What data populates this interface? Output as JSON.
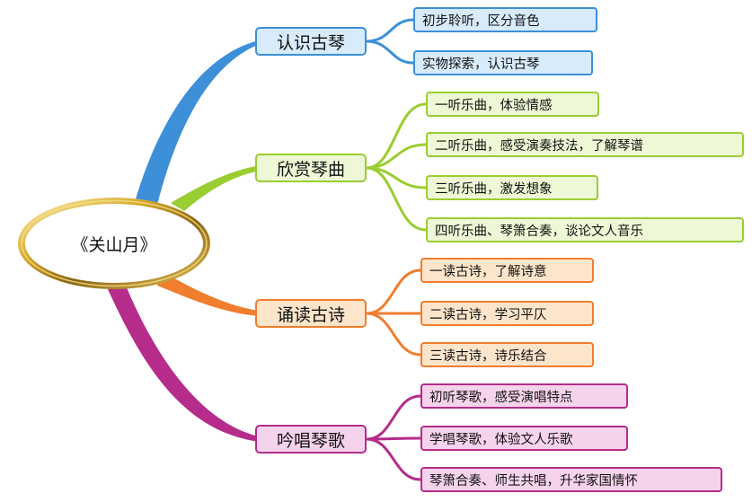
{
  "center": {
    "label": "《关山月》"
  },
  "branches": [
    {
      "label": "认识古琴",
      "color": "#3d8fd8",
      "children": [
        "初步聆听，区分音色",
        "实物探索，认识古琴"
      ]
    },
    {
      "label": "欣赏琴曲",
      "color": "#9acd32",
      "children": [
        "一听乐曲，体验情感",
        "二听乐曲，感受演奏技法，了解琴谱",
        "三听乐曲，激发想象",
        "四听乐曲、琴箫合奏，谈论文人音乐"
      ]
    },
    {
      "label": "诵读古诗",
      "color": "#f07e2e",
      "children": [
        "一读古诗，了解诗意",
        "二读古诗，学习平仄",
        "三读古诗，诗乐结合"
      ]
    },
    {
      "label": "吟唱琴歌",
      "color": "#b52c8a",
      "children": [
        "初听琴歌，感受演唱特点",
        "学唱琴歌，体验文人乐歌",
        "琴箫合奏、师生共唱，升华家国情怀"
      ]
    }
  ]
}
